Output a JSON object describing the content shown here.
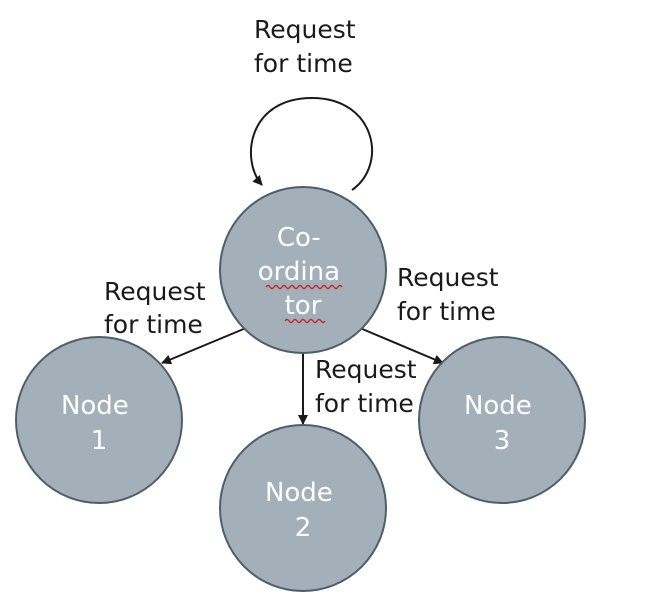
{
  "nodes": {
    "coordinator": {
      "lines": [
        "Co-",
        "ordina",
        "tor"
      ]
    },
    "node1": {
      "lines": [
        "Node",
        "1"
      ]
    },
    "node2": {
      "lines": [
        "Node",
        "2"
      ]
    },
    "node3": {
      "lines": [
        "Node",
        "3"
      ]
    }
  },
  "edges": {
    "self_loop": {
      "lines": [
        "Request",
        "for time"
      ]
    },
    "to_node1": {
      "lines": [
        "Request",
        "for time"
      ]
    },
    "to_node2": {
      "lines": [
        "Request",
        "for time"
      ]
    },
    "to_node3": {
      "lines": [
        "Request",
        "for time"
      ]
    }
  },
  "colors": {
    "node_fill": "#a3b0ba",
    "node_stroke": "#4f5e6b",
    "node_text": "#ffffff",
    "edge": "#1a1a1a",
    "spellcheck_underline": "#c82828"
  }
}
